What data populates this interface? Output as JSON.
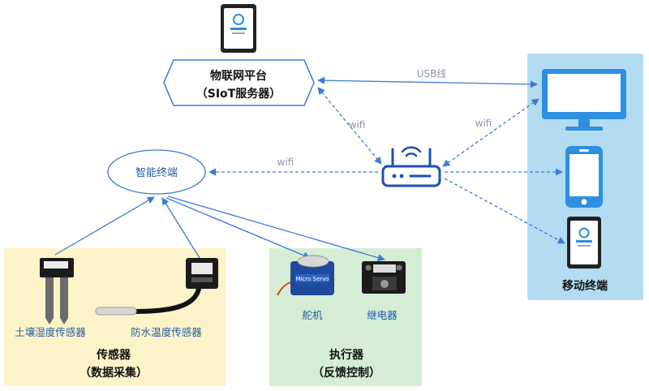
{
  "server": {
    "title": "物联网平台",
    "subtitle": "（SIoT服务器）"
  },
  "smart_terminal": {
    "label": "智能终端"
  },
  "links": {
    "usb": "USB线",
    "wifi_server": "wifi",
    "wifi_terminal": "wifi",
    "wifi_mobile": "wifi"
  },
  "mobile_panel": {
    "label": "移动终端"
  },
  "sensors": {
    "soil": "土壤湿度传感器",
    "waterproof": "防水温度传感器",
    "title": "传感器",
    "subtitle": "（数据采集）"
  },
  "actuators": {
    "servo": "舵机",
    "servo_chip": "Micro Servo",
    "relay": "继电器",
    "title": "执行器",
    "subtitle": "（反馈控制）"
  },
  "colors": {
    "line_blue": "#3a7bd5",
    "mobile_bg": "#b3dcf3",
    "sensor_bg": "#fdf3c8",
    "actuator_bg": "#d4edd4",
    "device_blue": "#2d8fe0"
  }
}
